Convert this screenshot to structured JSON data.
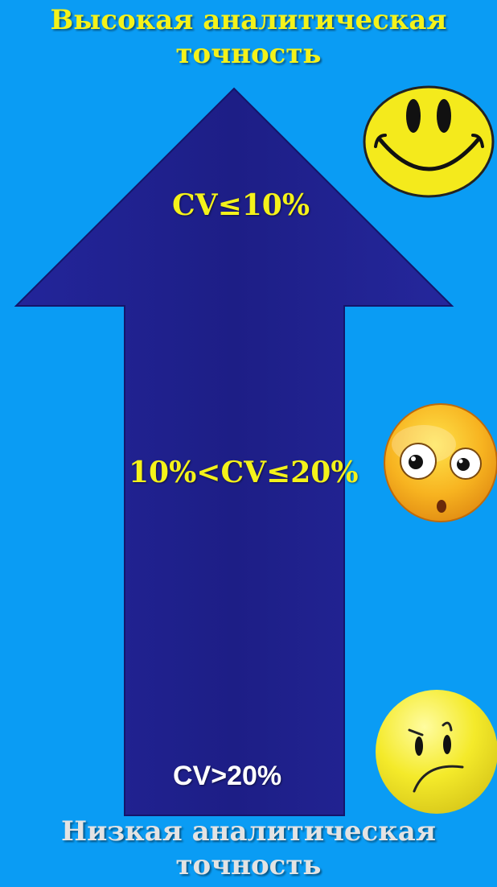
{
  "top_title": {
    "line1": "Высокая аналитическая",
    "line2": "точность"
  },
  "bottom_title": {
    "line1": "Низкая аналитическая",
    "line2": "точность"
  },
  "levels": {
    "high": "CV≤10%",
    "mid": "10%<CV≤20%",
    "low": "CV>20%"
  },
  "faces": {
    "top": "smiling-face-icon",
    "middle": "surprised-face-icon",
    "bottom": "frowning-face-icon"
  },
  "colors": {
    "background": "#0a9cf4",
    "arrow": "#1e1f8a",
    "highlight_text": "#f4f21a"
  }
}
